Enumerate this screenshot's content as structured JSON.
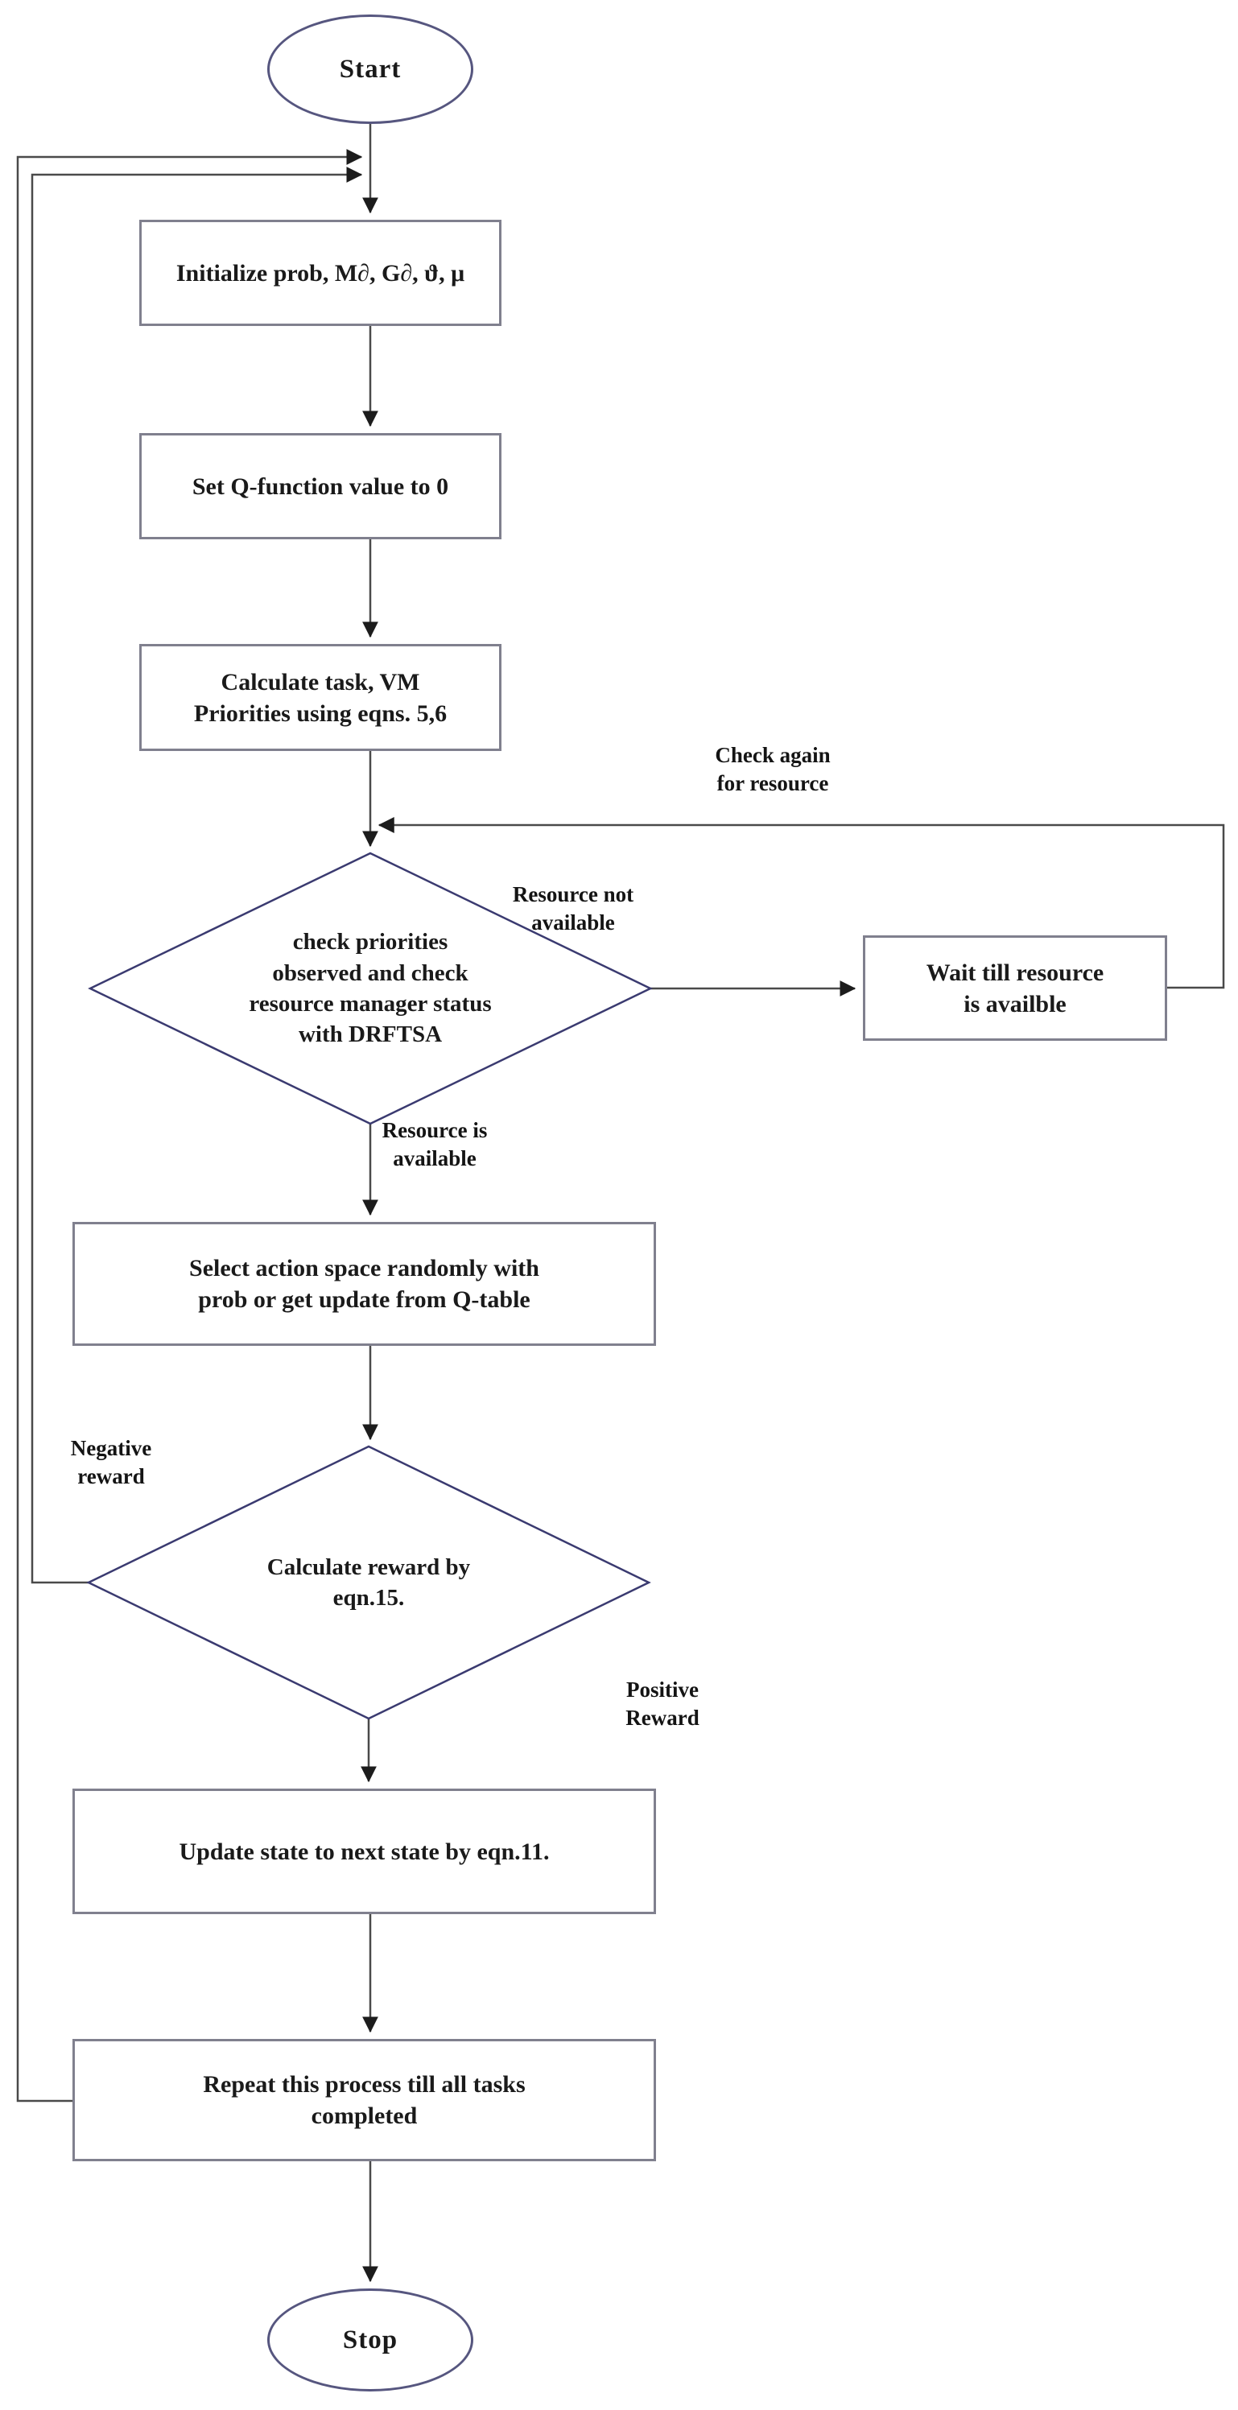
{
  "flowchart": {
    "nodes": {
      "start": "Start",
      "initialize": "Initialize prob, M∂, G∂, ϑ, μ",
      "set_q_function": "Set Q-function value to 0",
      "calculate_priorities": "Calculate task, VM\nPriorities using eqns. 5,6",
      "check_priorities": "check priorities\nobserved and check\nresource manager status\nwith DRFTSA",
      "wait_resource": "Wait till resource\nis availble",
      "select_action": "Select action space randomly with\nprob or get update from Q-table",
      "calculate_reward": "Calculate reward by\neqn.15.",
      "update_state": "Update state to next state by eqn.11.",
      "repeat_process": "Repeat this process till all tasks\ncompleted",
      "stop": "Stop"
    },
    "edge_labels": {
      "check_again": "Check again\nfor resource",
      "resource_not_available": "Resource not\navailable",
      "resource_available": "Resource is\navailable",
      "negative_reward": "Negative\nreward",
      "positive_reward": "Positive\nReward"
    },
    "colors": {
      "terminator_stroke": "#56567f",
      "decision_stroke": "#3a3a70",
      "process_stroke": "#80808e",
      "connector": "#4a4a4a",
      "text": "#1a1a1a",
      "background": "#ffffff"
    }
  }
}
